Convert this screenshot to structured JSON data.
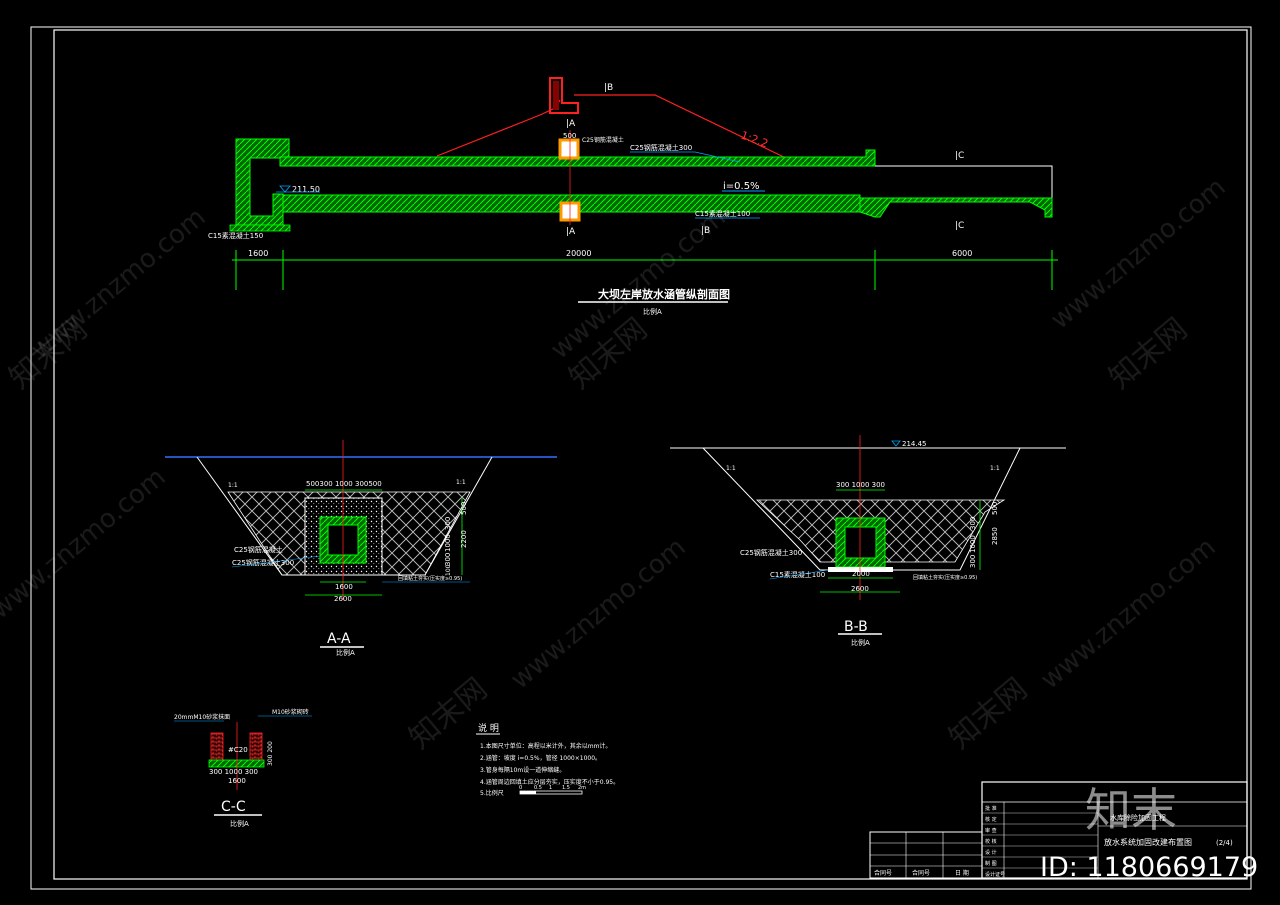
{
  "sheet": {
    "main_title": "大坝左岸放水涵管纵剖面图",
    "main_scale": "比例A",
    "section_aa": "A-A",
    "section_bb": "B-B",
    "section_cc": "C-C",
    "section_scale": "比例A"
  },
  "profile": {
    "slope_label": "1:2.2",
    "gradient_label": "i=0.5%",
    "water_level": "211.50",
    "cut_a": "A",
    "cut_b": "B",
    "cut_c": "C",
    "c25_top": "C25钢筋混凝土300",
    "c25_box": "C25钢筋混凝土",
    "c15_bottom": "C15素混凝土100",
    "c15_left": "C15素混凝土150",
    "dim_500": "500",
    "dim_1600": "1600",
    "dim_20000": "20000",
    "dim_6000": "6000"
  },
  "section_a": {
    "dims_top": "500300 1000 300500",
    "dim_1600": "1600",
    "dim_2600": "2600",
    "dims_right": [
      "300",
      "1000",
      "300",
      "100",
      "500",
      "2200"
    ],
    "c25_a": "C25钢筋混凝土",
    "c25_b": "C25钢筋混凝土300",
    "slope": "1:1",
    "fill_note": "回填粘土夯实(压实度≥0.95)"
  },
  "section_b": {
    "elevation": "214.45",
    "dims_top": "300 1000 300",
    "dim_2000": "2000",
    "dim_2600": "2600",
    "dims_right": [
      "300",
      "1000",
      "300",
      "500",
      "2850"
    ],
    "c25": "C25钢筋混凝土300",
    "c15": "C15素混凝土100",
    "slope": "1:1",
    "fill_note": "回填粘土夯实(压实度≥0.95)"
  },
  "section_c": {
    "note_left": "20mmM10砂浆抹面",
    "note_right": "M10砂浆砌砖",
    "grade": "#C20",
    "dims_bottom": "300 1000 300",
    "dim_1600": "1600",
    "dims_right": "300 200"
  },
  "notes": {
    "heading": "说 明",
    "items": [
      "1.本图尺寸单位：高程以米计外，其余以mm计。",
      "2.涵管：坡度 i=0.5%，管径 1000×1000。",
      "3.管身每隔10m设一道伸缩缝。",
      "4.涵管周边回填土应分层夯实，压实度不小于0.95。",
      "5.比例尺"
    ],
    "scale_ticks": [
      "0",
      "0.5",
      "1",
      "1.5",
      "2m"
    ]
  },
  "titleblock": {
    "project": "水库除险加固工程",
    "drawing_title": "放水系统加固改建布置图",
    "sheet_no": "(2/4)",
    "row_labels": [
      "批 准",
      "核 定",
      "审 查",
      "校 核",
      "设 计",
      "制 图",
      "设计证号"
    ],
    "bottom_labels": [
      "合同号",
      "合同号",
      "日 期"
    ]
  },
  "watermark": {
    "brand": "知末",
    "id": "ID: 1180669179",
    "site": "www.znzmo.com",
    "net": "知末网"
  },
  "colors": {
    "concrete": "#00cc00",
    "leader": "#00a6ff",
    "red": "#ff2020",
    "orange": "#ff9900",
    "dim": "#00ff00",
    "white": "#ffffff"
  }
}
